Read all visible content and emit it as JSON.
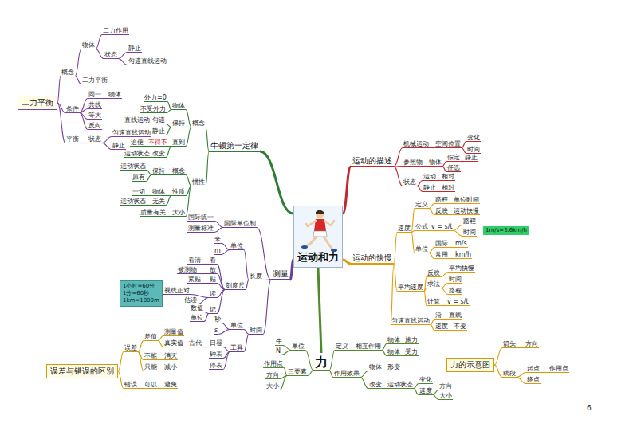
{
  "diagram": {
    "nodes": [
      {
        "text": [
          "运动和力"
        ]
      },
      {
        "text": [
          "牛顿第一定律"
        ]
      },
      {
        "text": [
          "运动的描述"
        ]
      },
      {
        "text": [
          "运动的快慢"
        ]
      },
      {
        "text": [
          "测量"
        ]
      },
      {
        "text": [
          "力"
        ]
      },
      {
        "text": [
          "二力平衡"
        ]
      },
      {
        "text": [
          "误差与错误的区别"
        ]
      },
      {
        "text": [
          "力的示意图"
        ]
      },
      {
        "text": [
          "1小时=60分",
          "1分=60秒",
          "1km=1000m"
        ]
      },
      {
        "text": [
          "1m/s=3.6km/h"
        ]
      }
    ],
    "edges": [
      {
        "from": 0,
        "to": 1,
        "arrow": "none"
      },
      {
        "from": 0,
        "to": 2,
        "arrow": "none"
      },
      {
        "from": 0,
        "to": 3,
        "arrow": "none"
      },
      {
        "from": 0,
        "to": 4,
        "arrow": "none"
      },
      {
        "from": 0,
        "to": 5,
        "arrow": "none"
      }
    ],
    "labels": [
      "概念",
      "物体",
      "二力作用",
      "状态",
      "静止",
      "匀速直线运动",
      "二力平衡",
      "条件",
      "同一",
      "物体",
      "共线",
      "等大",
      "反向",
      "平衡",
      "状态",
      "匀速直线运动",
      "静止",
      "概念",
      "物体",
      "外力=0",
      "不受外力",
      "保持",
      "匀速",
      "直线运动",
      "静止",
      "直到",
      "不得不",
      "迫使",
      "改变",
      "运动状态",
      "惯性",
      "概念",
      "保持",
      "运动状态",
      "原有",
      "性质",
      "物体",
      "一切",
      "无关",
      "运动状态",
      "大小",
      "质量有关",
      "机械运动",
      "空间位置",
      "变化",
      "时间",
      "参照物",
      "物体",
      "假定",
      "静止",
      "任选",
      "状态",
      "运动",
      "相对",
      "静止",
      "相对",
      "速度",
      "定义",
      "路程",
      "单位时间",
      "反映",
      "运动快慢",
      "公式",
      "v = s/t",
      "路程",
      "时间",
      "单位",
      "国际",
      "m/s",
      "常用",
      "km/h",
      "平均速度",
      "反映",
      "平均快慢",
      "求法",
      "时间",
      "路程",
      "计算",
      "v = s/t",
      "匀速直线运动",
      "沿",
      "直线",
      "速度",
      "不变",
      "国际单位制",
      "国际统一",
      "测量标准",
      "长度",
      "单位",
      "米",
      "m",
      "刻度尺",
      "看",
      "看清",
      "放",
      "被测物",
      "贴",
      "紧贴",
      "读",
      "视线正对",
      "估读",
      "记",
      "数值",
      "单位",
      "时间",
      "单位",
      "秒",
      "s",
      "工具",
      "日晷",
      "古代",
      "钟表",
      "停表",
      "误差",
      "差值",
      "测量值",
      "真实值",
      "不能",
      "消灭",
      "只能",
      "减小",
      "错误",
      "可以",
      "避免",
      "单位",
      "牛",
      "N",
      "三要素",
      "作用点",
      "方向",
      "大小",
      "定义",
      "相互作用",
      "物体",
      "施力",
      "物体",
      "受力",
      "作用效果",
      "物体",
      "形变",
      "改变",
      "运动状态",
      "变化",
      "速度",
      "方向",
      "大小",
      "箭头",
      "方向",
      "线段",
      "起点",
      "终点",
      "作用点",
      "6"
    ]
  }
}
